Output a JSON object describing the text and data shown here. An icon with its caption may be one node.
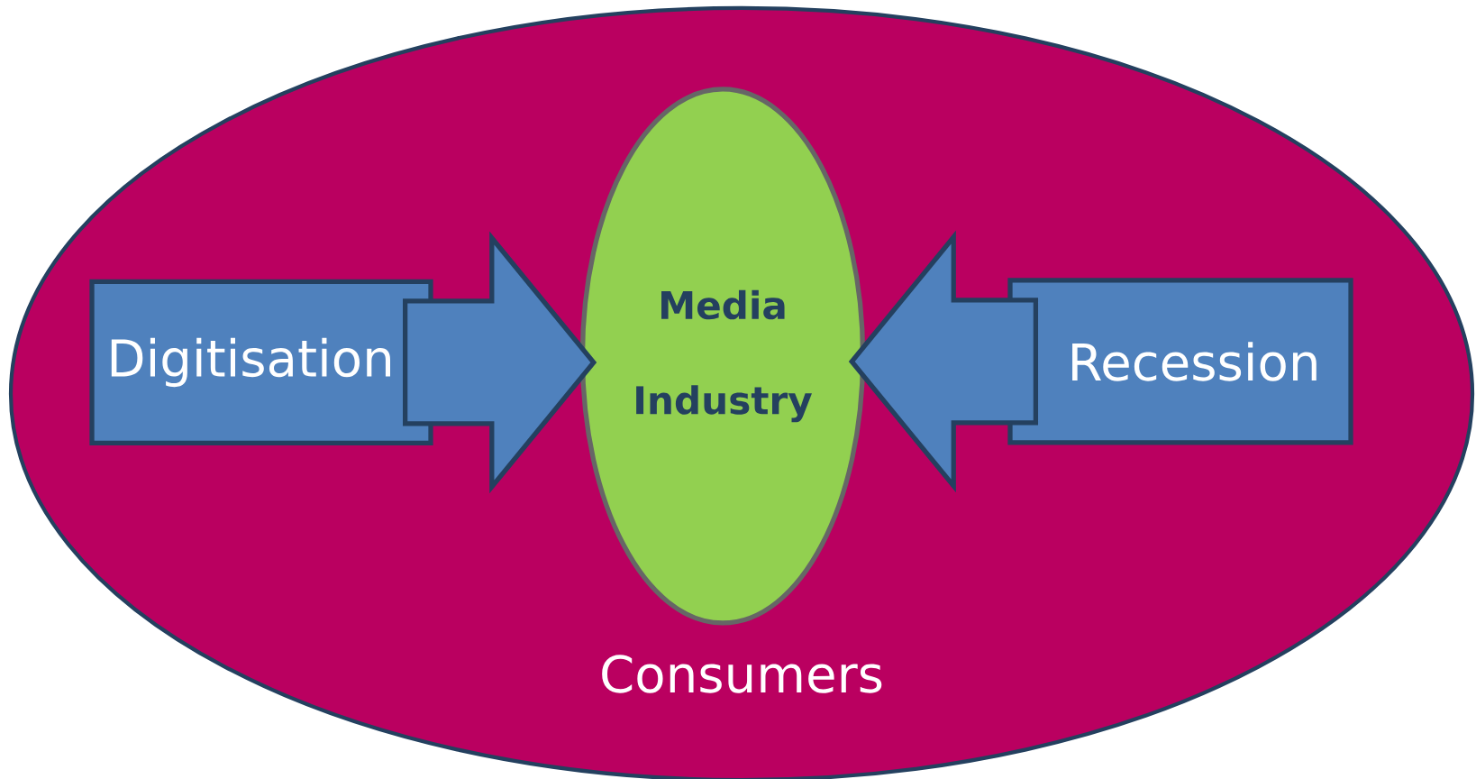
{
  "diagram": {
    "nodes": [
      {
        "text": [
          "Consumers"
        ]
      },
      {
        "text": [
          "Media Industry"
        ],
        "in": 0
      },
      {
        "text": [
          "Digitisation"
        ],
        "in": 0
      },
      {
        "text": [
          "Recession"
        ],
        "in": 0
      }
    ],
    "edges": [
      {
        "from": 2,
        "to": 1,
        "arrow": "to"
      },
      {
        "from": 3,
        "to": 1,
        "arrow": "to"
      }
    ]
  }
}
